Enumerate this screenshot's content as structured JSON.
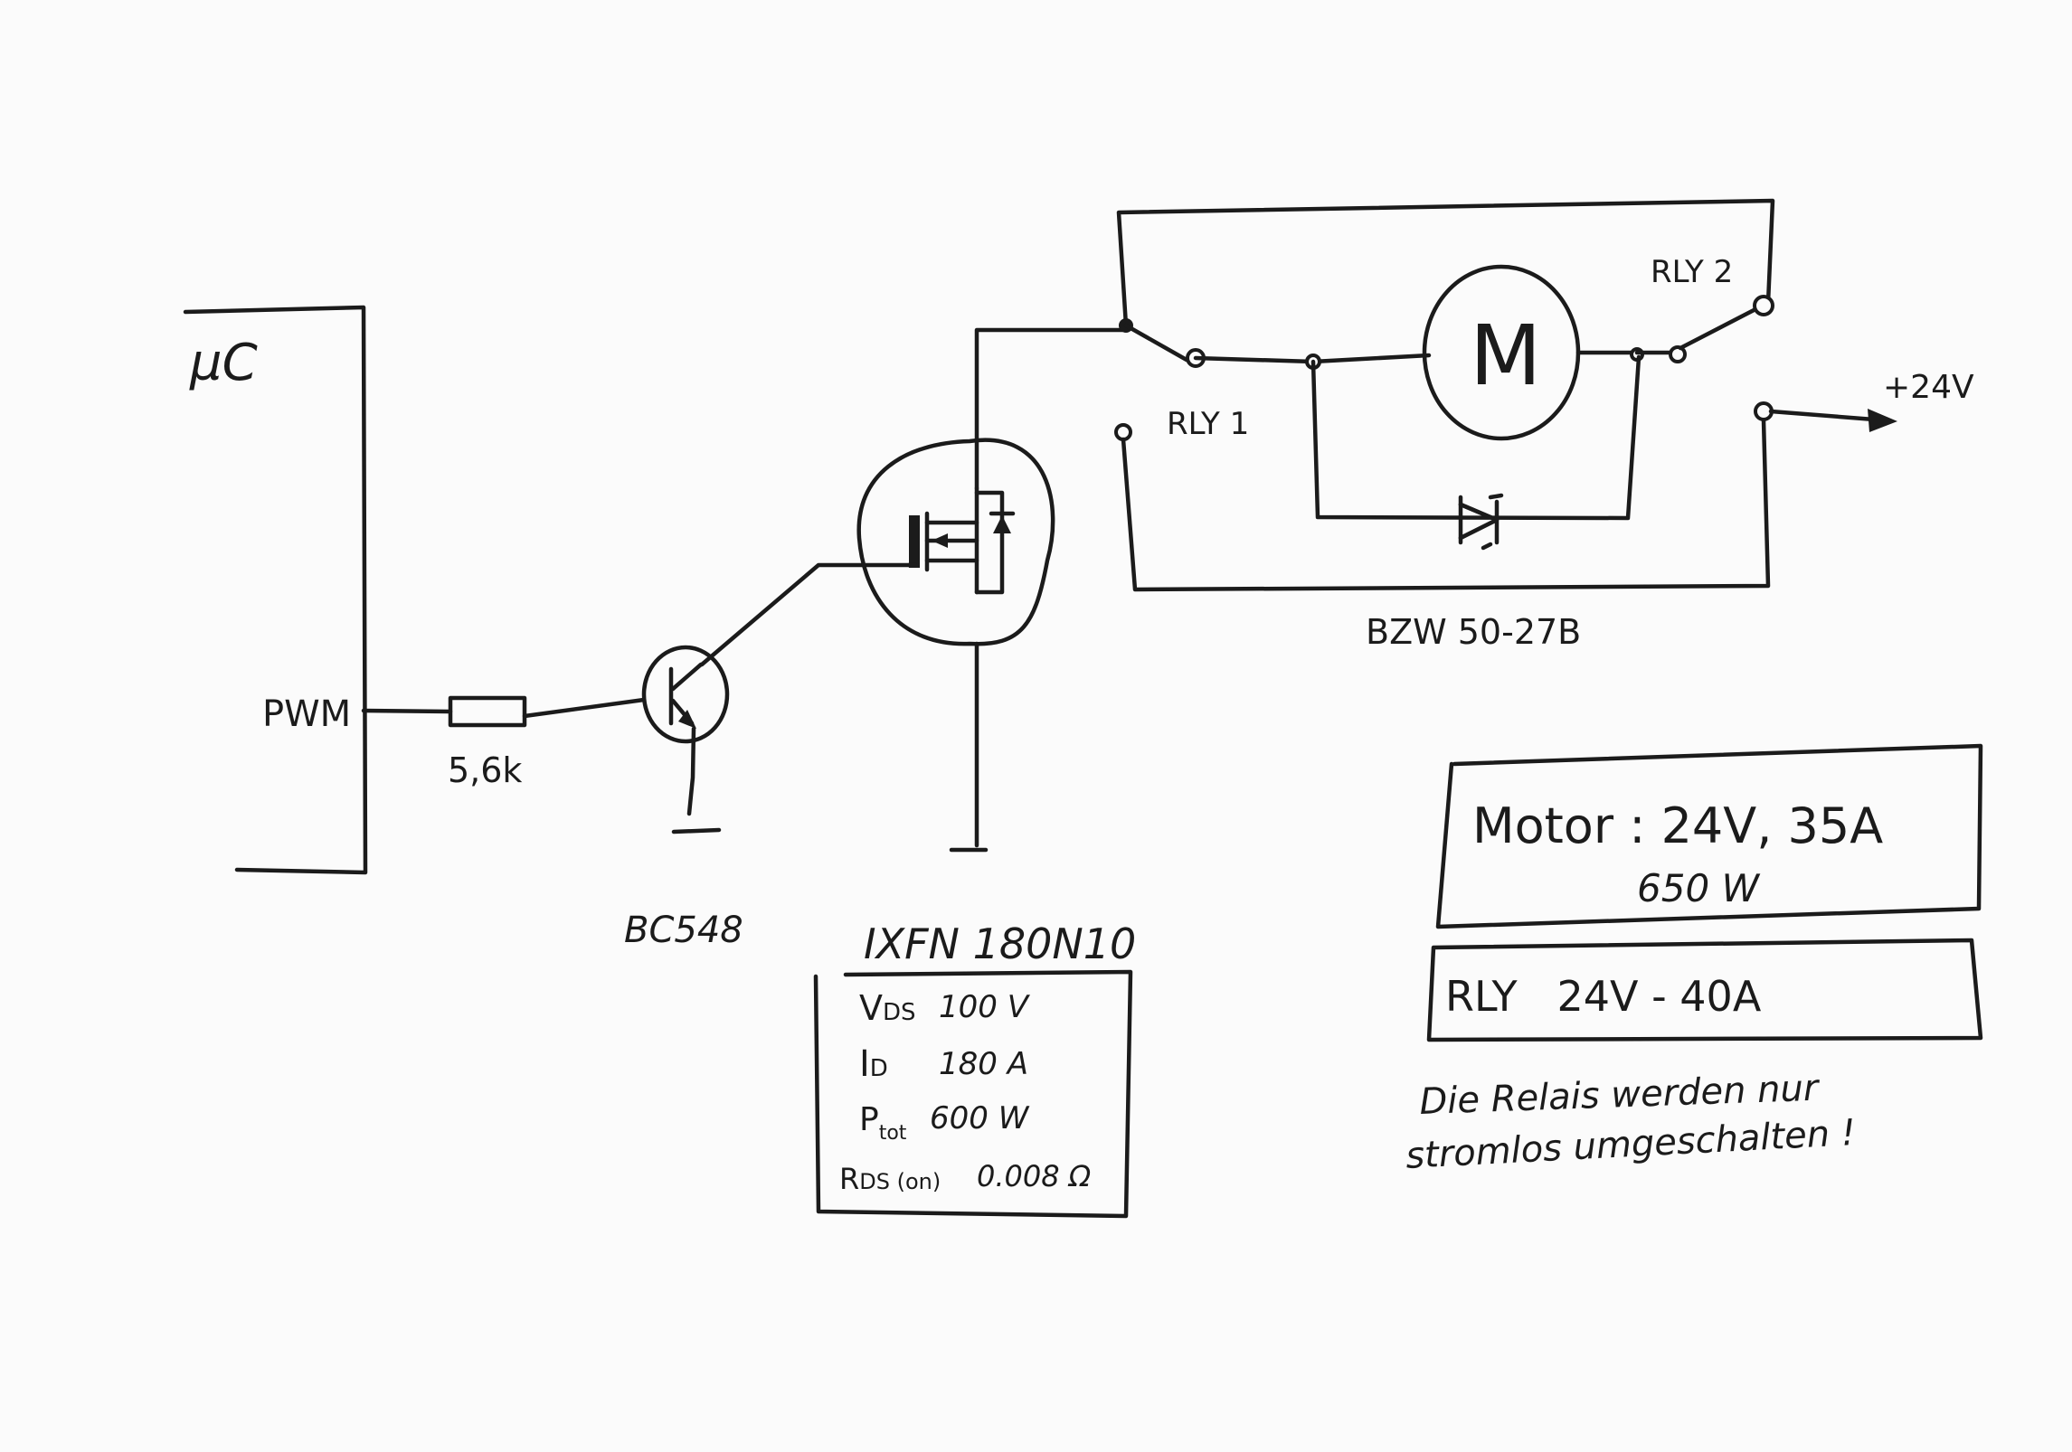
{
  "mcu": {
    "title": "µC",
    "pin": "PWM"
  },
  "resistor": {
    "value": "5,6k"
  },
  "transistor": {
    "name": "BC548"
  },
  "mosfet": {
    "name": "IXFN 180N10",
    "specs": {
      "vds_label": "V",
      "vds_sub": "DS",
      "vds_value": "100 V",
      "id_label": "I",
      "id_sub": "D",
      "id_value": "180 A",
      "ptot_label": "P",
      "ptot_sub": "tot",
      "ptot_value": "600 W",
      "rds_label": "R",
      "rds_sub": "DS (on)",
      "rds_value": "0.008 Ω"
    }
  },
  "relays": {
    "rly1": "RLY 1",
    "rly2": "RLY 2"
  },
  "motor": {
    "symbol": "M"
  },
  "diode": {
    "name": "BZW 50-27B"
  },
  "supply": {
    "label": "+24V"
  },
  "motor_box": {
    "line1": "Motor : 24V, 35A",
    "line2": "650 W"
  },
  "relay_box": {
    "text": "RLY   24V - 40A"
  },
  "note": {
    "line1": "Die Relais werden nur",
    "line2": "stromlos umgeschalten !"
  }
}
